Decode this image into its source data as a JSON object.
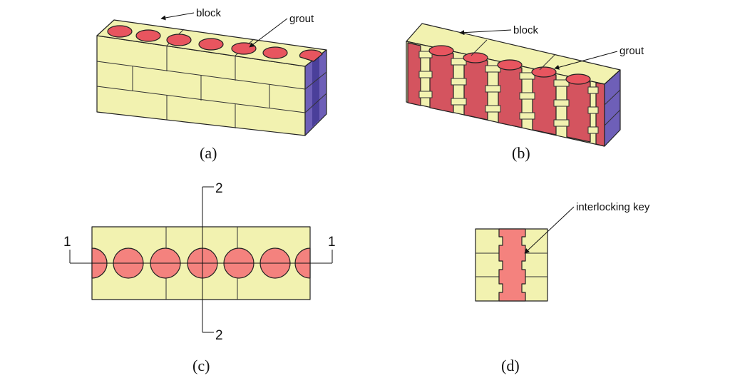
{
  "colors": {
    "block": "#f2f2b0",
    "block_side": "#dede96",
    "grout": "#e8555f",
    "grout_light": "#f4827e",
    "grout_dark": "#d4545f",
    "end_face": "#6e5fb8",
    "line": "#222222"
  },
  "panel_a": {
    "caption": "(a)",
    "label_block": "block",
    "label_grout": "grout"
  },
  "panel_b": {
    "caption": "(b)",
    "label_block": "block",
    "label_grout": "grout"
  },
  "panel_c": {
    "caption": "(c)",
    "section_left": "1",
    "section_right": "1",
    "section_top": "2",
    "section_bottom": "2"
  },
  "panel_d": {
    "caption": "(d)",
    "label_key": "interlocking key"
  }
}
